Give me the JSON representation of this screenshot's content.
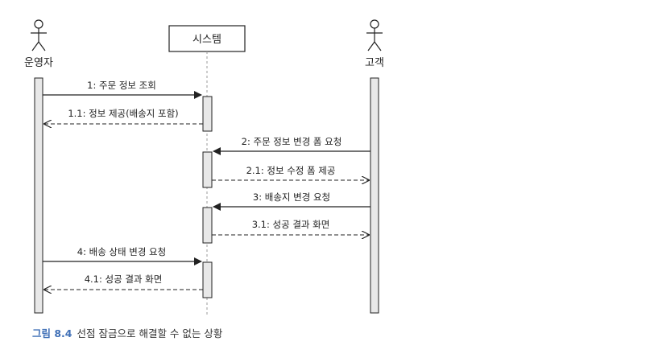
{
  "actors": {
    "operator": {
      "label": "운영자"
    },
    "system": {
      "label": "시스템"
    },
    "customer": {
      "label": "고객"
    }
  },
  "messages": [
    {
      "label": "1: 주문 정보 조회",
      "from": "operator",
      "to": "system",
      "style": "solid"
    },
    {
      "label": "1.1: 정보 제공(배송지 포함)",
      "from": "system",
      "to": "operator",
      "style": "dashed"
    },
    {
      "label": "2: 주문 정보 변경 폼 요청",
      "from": "customer",
      "to": "system",
      "style": "solid"
    },
    {
      "label": "2.1: 정보 수정 폼 제공",
      "from": "system",
      "to": "customer",
      "style": "dashed"
    },
    {
      "label": "3: 배송지 변경 요청",
      "from": "customer",
      "to": "system",
      "style": "solid"
    },
    {
      "label": "3.1: 성공 결과 화면",
      "from": "system",
      "to": "customer",
      "style": "dashed"
    },
    {
      "label": "4: 배송 상태 변경 요청",
      "from": "operator",
      "to": "system",
      "style": "solid"
    },
    {
      "label": "4.1: 성공 결과 화면",
      "from": "system",
      "to": "operator",
      "style": "dashed"
    }
  ],
  "caption": {
    "number": "그림 8.4",
    "text": "선점 잠금으로 해결할 수 없는 상황"
  },
  "colors": {
    "line": "#222222",
    "activation": "#e8e8e8",
    "lifeline_dash": "#999999",
    "caption_number": "#3f6fb6"
  }
}
